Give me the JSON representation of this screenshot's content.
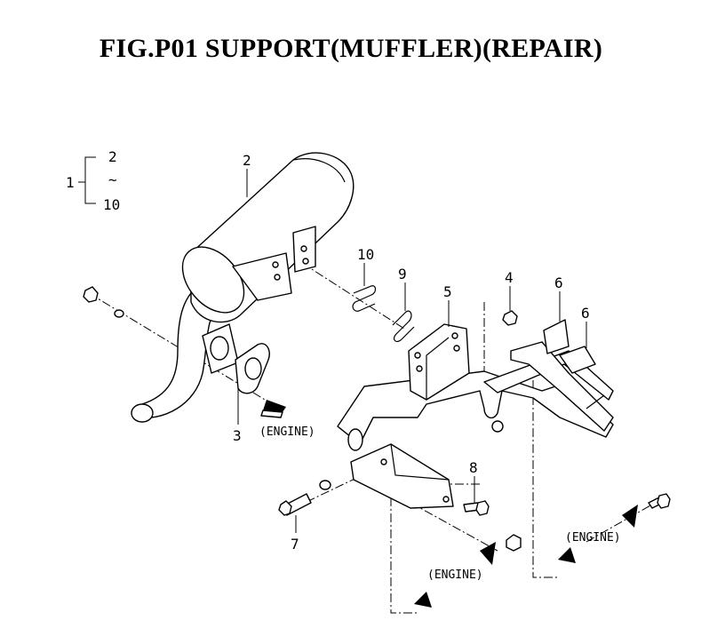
{
  "title": "FIG.P01  SUPPORT(MUFFLER)(REPAIR)",
  "assembly_bracket": {
    "ref": "1",
    "top": "2",
    "tilde": "~",
    "bottom": "10"
  },
  "callouts": [
    "2",
    "3",
    "4",
    "5",
    "6",
    "6",
    "7",
    "8",
    "9",
    "10"
  ],
  "engine_labels": [
    "(ENGINE)",
    "(ENGINE)",
    "(ENGINE)"
  ]
}
